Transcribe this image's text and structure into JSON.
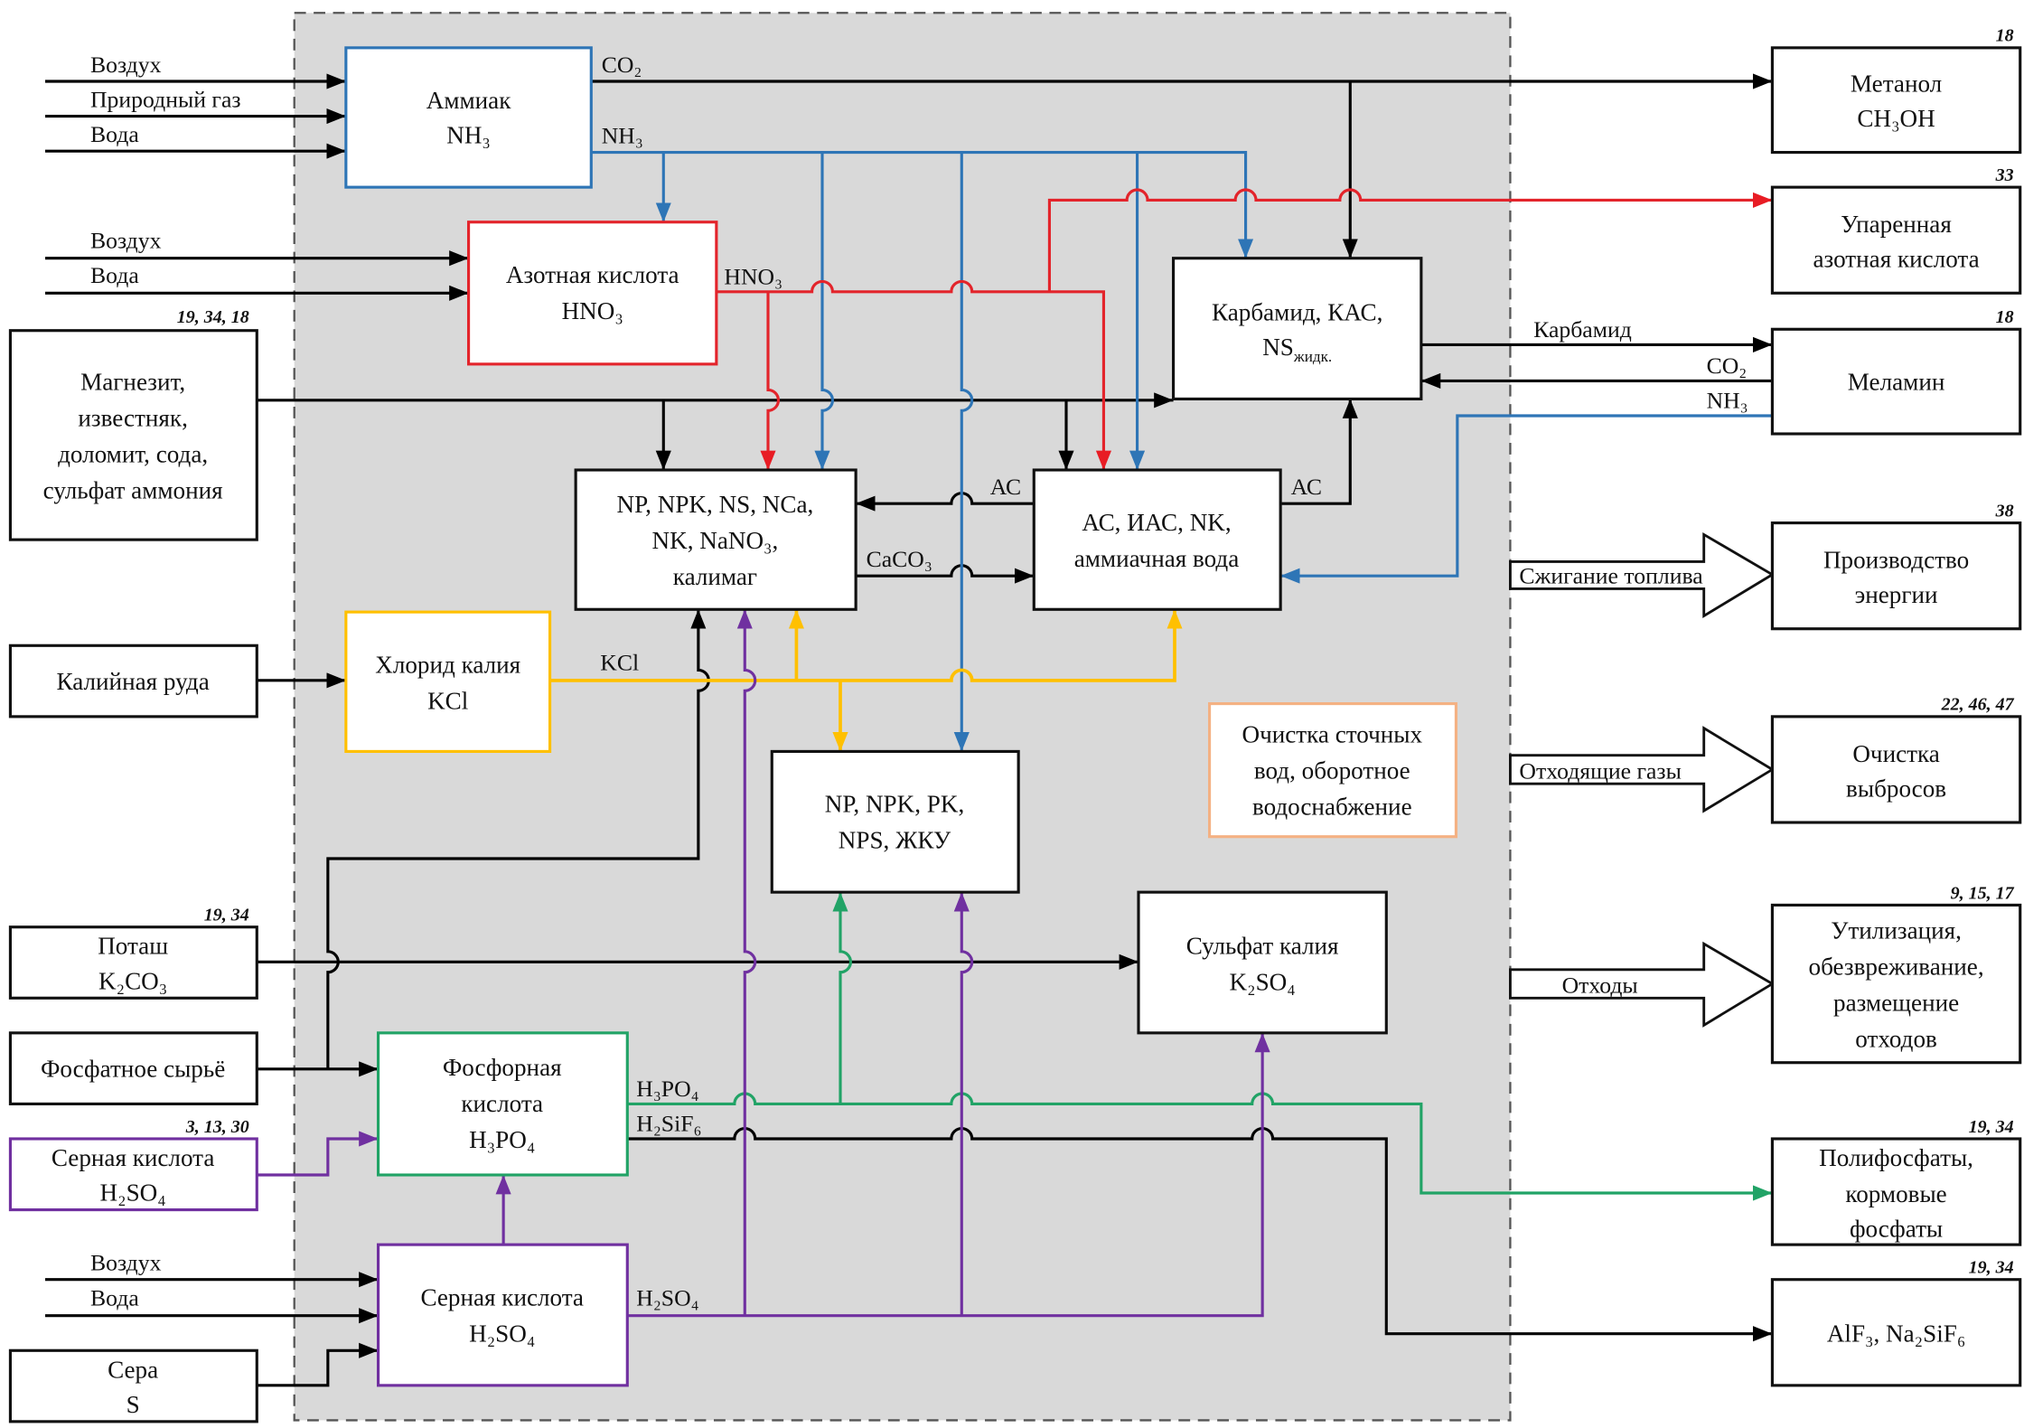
{
  "colors": {
    "black": "#000000",
    "nh3": "#2e75b6",
    "hno3": "#e3242b",
    "kcl": "#ffc000",
    "h3po4": "#21a366",
    "h2so4": "#7030a0",
    "water": "#f4b183",
    "container_fill": "#d9d9d9"
  },
  "inputs": {
    "ammonia_air": "Воздух",
    "ammonia_gas": "Природный газ",
    "ammonia_water": "Вода",
    "nitric_air": "Воздух",
    "nitric_water": "Вода",
    "sulfuric_air": "Воздух",
    "sulfuric_water": "Вода"
  },
  "nodes": {
    "ammonia": {
      "lines": [
        "Аммиак",
        "NH₃"
      ]
    },
    "nitric_acid": {
      "lines": [
        "Азотная кислота",
        "HNO₃"
      ]
    },
    "carbamide": {
      "lines": [
        "Карбамид, КАС,",
        "NS"
      ],
      "subscript": "жидк."
    },
    "magnesite": {
      "lines": [
        "Магнезит,",
        "известняк,",
        "доломит, сода,",
        "сульфат аммония"
      ],
      "refs": "19, 34, 18"
    },
    "np_complex": {
      "lines": [
        "NP, NPK, NS, NCa,",
        "NK, NaNO₃,",
        "калимаг"
      ]
    },
    "ammonium_nitrate": {
      "lines": [
        "АС, ИАС, NK,",
        "аммиачная вода"
      ]
    },
    "potash_ore": {
      "lines": [
        "Калийная руда"
      ]
    },
    "potassium_chloride": {
      "lines": [
        "Хлорид калия",
        "KCl"
      ]
    },
    "npk_liquid": {
      "lines": [
        "NP, NPK, PK,",
        "NPS, ЖКУ"
      ]
    },
    "wastewater": {
      "lines": [
        "Очистка сточных",
        "вод, оборотное",
        "водоснабжение"
      ]
    },
    "potassium_sulfate": {
      "lines": [
        "Сульфат калия",
        "K₂SO₄"
      ]
    },
    "potash": {
      "lines": [
        "Поташ",
        "K₂CO₃"
      ],
      "refs": "19, 34"
    },
    "phosphate_raw": {
      "lines": [
        "Фосфатное сырьё"
      ]
    },
    "sulfuric_external": {
      "lines": [
        "Серная кислота",
        "H₂SO₄"
      ],
      "refs": "3, 13, 30"
    },
    "phosphoric_acid": {
      "lines": [
        "Фосфорная",
        "кислота",
        "H₃PO₄"
      ]
    },
    "sulfuric_internal": {
      "lines": [
        "Серная кислота",
        "H₂SO₄"
      ]
    },
    "sulfur": {
      "lines": [
        "Сера",
        "S"
      ]
    },
    "methanol": {
      "lines": [
        "Метанол",
        "CH₃OH"
      ],
      "refs": "18"
    },
    "concentrated_nitric": {
      "lines": [
        "Упаренная",
        "азотная кислота"
      ],
      "refs": "33"
    },
    "melamine": {
      "lines": [
        "Меламин"
      ],
      "refs": "18"
    },
    "energy": {
      "lines": [
        "Производство",
        "энергии"
      ],
      "refs": "38"
    },
    "emission_cleaning": {
      "lines": [
        "Очистка",
        "выбросов"
      ],
      "refs": "22, 46, 47"
    },
    "waste_disposal": {
      "lines": [
        "Утилизация,",
        "обезвреживание,",
        "размещение",
        "отходов"
      ],
      "refs": "9, 15, 17"
    },
    "polyphosphates": {
      "lines": [
        "Полифосфаты,",
        "кормовые",
        "фосфаты"
      ],
      "refs": "19, 34"
    },
    "fluorides": {
      "lines": [
        "AlF₃, Na₂SiF₆"
      ],
      "refs": "19, 34"
    }
  },
  "flows": {
    "co2_out": "CO₂",
    "nh3_out": "NH₃",
    "hno3_out": "HNO₃",
    "carbamide_to_melamine": "Карбамид",
    "melamine_co2": "CO₂",
    "melamine_nh3": "NH₃",
    "as_left": "АС",
    "as_right": "АС",
    "caco3": "CaCO₃",
    "kcl": "KCl",
    "h3po4": "H₃PO₄",
    "h2sif6": "H₂SiF₆",
    "h2so4": "H₂SO₄"
  },
  "block_arrows": {
    "fuel": "Сжигание топлива",
    "flue_gases": "Отходящие газы",
    "waste": "Отходы"
  }
}
